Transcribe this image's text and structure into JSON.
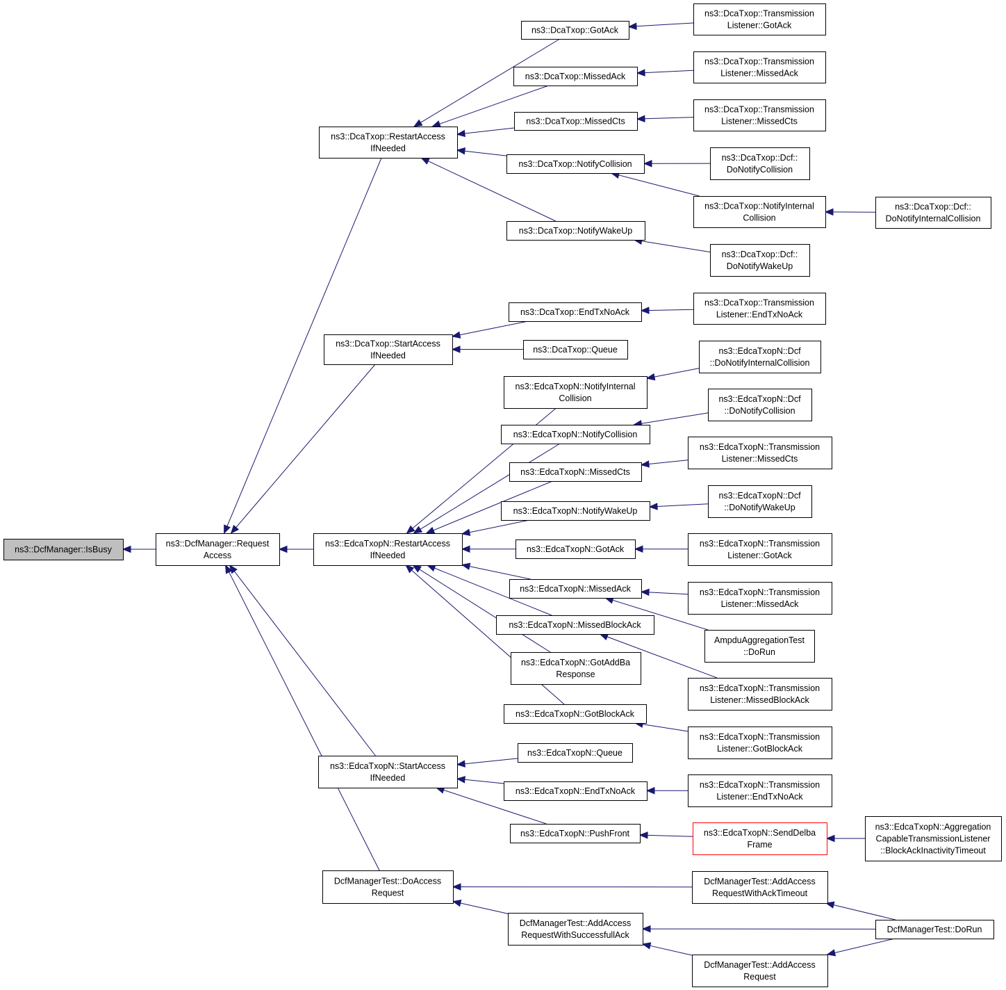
{
  "colors": {
    "edge": "#191970",
    "root_fill": "#bfbfbf",
    "highlight_border": "#ff0000"
  },
  "nodes": [
    {
      "id": "isbusy",
      "lines": [
        "ns3::DcfManager::IsBusy"
      ],
      "style": "root"
    },
    {
      "id": "reqaccess",
      "lines": [
        "ns3::DcfManager::Request",
        "Access"
      ]
    },
    {
      "id": "dca_restart",
      "lines": [
        "ns3::DcaTxop::RestartAccess",
        "IfNeeded"
      ]
    },
    {
      "id": "dca_start",
      "lines": [
        "ns3::DcaTxop::StartAccess",
        "IfNeeded"
      ]
    },
    {
      "id": "edca_restart",
      "lines": [
        "ns3::EdcaTxopN::RestartAccess",
        "IfNeeded"
      ]
    },
    {
      "id": "edca_start",
      "lines": [
        "ns3::EdcaTxopN::StartAccess",
        "IfNeeded"
      ]
    },
    {
      "id": "dcftest_doaccess",
      "lines": [
        "DcfManagerTest::DoAccess",
        "Request"
      ]
    },
    {
      "id": "dca_gotack",
      "lines": [
        "ns3::DcaTxop::GotAck"
      ]
    },
    {
      "id": "dca_missedack",
      "lines": [
        "ns3::DcaTxop::MissedAck"
      ]
    },
    {
      "id": "dca_missedcts",
      "lines": [
        "ns3::DcaTxop::MissedCts"
      ]
    },
    {
      "id": "dca_notifycoll",
      "lines": [
        "ns3::DcaTxop::NotifyCollision"
      ]
    },
    {
      "id": "dca_notifywake",
      "lines": [
        "ns3::DcaTxop::NotifyWakeUp"
      ]
    },
    {
      "id": "dca_endtx",
      "lines": [
        "ns3::DcaTxop::EndTxNoAck"
      ]
    },
    {
      "id": "dca_queue",
      "lines": [
        "ns3::DcaTxop::Queue"
      ]
    },
    {
      "id": "edca_notifyint",
      "lines": [
        "ns3::EdcaTxopN::NotifyInternal",
        "Collision"
      ]
    },
    {
      "id": "edca_notifycoll",
      "lines": [
        "ns3::EdcaTxopN::NotifyCollision"
      ]
    },
    {
      "id": "edca_missedcts",
      "lines": [
        "ns3::EdcaTxopN::MissedCts"
      ]
    },
    {
      "id": "edca_notifywake",
      "lines": [
        "ns3::EdcaTxopN::NotifyWakeUp"
      ]
    },
    {
      "id": "edca_gotack",
      "lines": [
        "ns3::EdcaTxopN::GotAck"
      ]
    },
    {
      "id": "edca_missedack",
      "lines": [
        "ns3::EdcaTxopN::MissedAck"
      ]
    },
    {
      "id": "edca_missedblock",
      "lines": [
        "ns3::EdcaTxopN::MissedBlockAck"
      ]
    },
    {
      "id": "edca_gotaddba",
      "lines": [
        "ns3::EdcaTxopN::GotAddBa",
        "Response"
      ]
    },
    {
      "id": "edca_gotblock",
      "lines": [
        "ns3::EdcaTxopN::GotBlockAck"
      ]
    },
    {
      "id": "edca_queue",
      "lines": [
        "ns3::EdcaTxopN::Queue"
      ]
    },
    {
      "id": "edca_endtx",
      "lines": [
        "ns3::EdcaTxopN::EndTxNoAck"
      ]
    },
    {
      "id": "edca_pushfront",
      "lines": [
        "ns3::EdcaTxopN::PushFront"
      ]
    },
    {
      "id": "dcftest_addaccess_succ",
      "lines": [
        "DcfManagerTest::AddAccess",
        "RequestWithSuccessfullAck"
      ]
    },
    {
      "id": "tl_gotack",
      "lines": [
        "ns3::DcaTxop::Transmission",
        "Listener::GotAck"
      ]
    },
    {
      "id": "tl_missedack",
      "lines": [
        "ns3::DcaTxop::Transmission",
        "Listener::MissedAck"
      ]
    },
    {
      "id": "tl_missedcts",
      "lines": [
        "ns3::DcaTxop::Transmission",
        "Listener::MissedCts"
      ]
    },
    {
      "id": "dcf_donotifycoll",
      "lines": [
        "ns3::DcaTxop::Dcf::",
        "DoNotifyCollision"
      ]
    },
    {
      "id": "dca_notifyint",
      "lines": [
        "ns3::DcaTxop::NotifyInternal",
        "Collision"
      ]
    },
    {
      "id": "dcf_donotifywake",
      "lines": [
        "ns3::DcaTxop::Dcf::",
        "DoNotifyWakeUp"
      ]
    },
    {
      "id": "tl_endtx",
      "lines": [
        "ns3::DcaTxop::Transmission",
        "Listener::EndTxNoAck"
      ]
    },
    {
      "id": "edcf_donotifyint",
      "lines": [
        "ns3::EdcaTxopN::Dcf",
        "::DoNotifyInternalCollision"
      ]
    },
    {
      "id": "edcf_donotifycoll",
      "lines": [
        "ns3::EdcaTxopN::Dcf",
        "::DoNotifyCollision"
      ]
    },
    {
      "id": "etl_missedcts",
      "lines": [
        "ns3::EdcaTxopN::Transmission",
        "Listener::MissedCts"
      ]
    },
    {
      "id": "edcf_donotifywake",
      "lines": [
        "ns3::EdcaTxopN::Dcf",
        "::DoNotifyWakeUp"
      ]
    },
    {
      "id": "etl_gotack",
      "lines": [
        "ns3::EdcaTxopN::Transmission",
        "Listener::GotAck"
      ]
    },
    {
      "id": "etl_missedack",
      "lines": [
        "ns3::EdcaTxopN::Transmission",
        "Listener::MissedAck"
      ]
    },
    {
      "id": "ampdu_dorun",
      "lines": [
        "AmpduAggregationTest",
        "::DoRun"
      ]
    },
    {
      "id": "etl_missedblock",
      "lines": [
        "ns3::EdcaTxopN::Transmission",
        "Listener::MissedBlockAck"
      ]
    },
    {
      "id": "etl_gotblock",
      "lines": [
        "ns3::EdcaTxopN::Transmission",
        "Listener::GotBlockAck"
      ]
    },
    {
      "id": "etl_endtx",
      "lines": [
        "ns3::EdcaTxopN::Transmission",
        "Listener::EndTxNoAck"
      ]
    },
    {
      "id": "edca_senddelba",
      "lines": [
        "ns3::EdcaTxopN::SendDelba",
        "Frame"
      ],
      "style": "red"
    },
    {
      "id": "dcftest_addaccess_timeout",
      "lines": [
        "DcfManagerTest::AddAccess",
        "RequestWithAckTimeout"
      ]
    },
    {
      "id": "dcftest_addaccess",
      "lines": [
        "DcfManagerTest::AddAccess",
        "Request"
      ]
    },
    {
      "id": "dcf_donotifyint",
      "lines": [
        "ns3::DcaTxop::Dcf::",
        "DoNotifyInternalCollision"
      ]
    },
    {
      "id": "aggr_listener",
      "lines": [
        "ns3::EdcaTxopN::Aggregation",
        "CapableTransmissionListener",
        "::BlockAckInactivityTimeout"
      ]
    },
    {
      "id": "dcftest_dorun",
      "lines": [
        "DcfManagerTest::DoRun"
      ]
    }
  ],
  "edges": [
    [
      "reqaccess",
      "isbusy"
    ],
    [
      "dca_restart",
      "reqaccess"
    ],
    [
      "dca_start",
      "reqaccess"
    ],
    [
      "edca_restart",
      "reqaccess"
    ],
    [
      "edca_start",
      "reqaccess"
    ],
    [
      "dcftest_doaccess",
      "reqaccess"
    ],
    [
      "dca_gotack",
      "dca_restart"
    ],
    [
      "dca_missedack",
      "dca_restart"
    ],
    [
      "dca_missedcts",
      "dca_restart"
    ],
    [
      "dca_notifycoll",
      "dca_restart"
    ],
    [
      "dca_notifywake",
      "dca_restart"
    ],
    [
      "dca_endtx",
      "dca_start"
    ],
    [
      "dca_queue",
      "dca_start"
    ],
    [
      "edca_notifyint",
      "edca_restart"
    ],
    [
      "edca_notifycoll",
      "edca_restart"
    ],
    [
      "edca_missedcts",
      "edca_restart"
    ],
    [
      "edca_notifywake",
      "edca_restart"
    ],
    [
      "edca_gotack",
      "edca_restart"
    ],
    [
      "edca_missedack",
      "edca_restart"
    ],
    [
      "edca_missedblock",
      "edca_restart"
    ],
    [
      "edca_gotaddba",
      "edca_restart"
    ],
    [
      "edca_gotblock",
      "edca_restart"
    ],
    [
      "edca_queue",
      "edca_start"
    ],
    [
      "edca_endtx",
      "edca_start"
    ],
    [
      "edca_pushfront",
      "edca_start"
    ],
    [
      "dcftest_addaccess_succ",
      "dcftest_doaccess"
    ],
    [
      "dcftest_addaccess_timeout",
      "dcftest_doaccess"
    ],
    [
      "tl_gotack",
      "dca_gotack"
    ],
    [
      "tl_missedack",
      "dca_missedack"
    ],
    [
      "tl_missedcts",
      "dca_missedcts"
    ],
    [
      "dcf_donotifycoll",
      "dca_notifycoll"
    ],
    [
      "dca_notifyint",
      "dca_notifycoll"
    ],
    [
      "dcf_donotifywake",
      "dca_notifywake"
    ],
    [
      "tl_endtx",
      "dca_endtx"
    ],
    [
      "edcf_donotifyint",
      "edca_notifyint"
    ],
    [
      "edcf_donotifycoll",
      "edca_notifycoll"
    ],
    [
      "etl_missedcts",
      "edca_missedcts"
    ],
    [
      "edcf_donotifywake",
      "edca_notifywake"
    ],
    [
      "etl_gotack",
      "edca_gotack"
    ],
    [
      "etl_missedack",
      "edca_missedack"
    ],
    [
      "ampdu_dorun",
      "edca_missedack"
    ],
    [
      "etl_missedblock",
      "edca_missedblock"
    ],
    [
      "etl_gotblock",
      "edca_gotblock"
    ],
    [
      "etl_endtx",
      "edca_endtx"
    ],
    [
      "edca_senddelba",
      "edca_pushfront"
    ],
    [
      "dcf_donotifyint",
      "dca_notifyint"
    ],
    [
      "aggr_listener",
      "edca_senddelba"
    ],
    [
      "dcftest_dorun",
      "dcftest_addaccess_timeout"
    ],
    [
      "dcftest_dorun",
      "dcftest_addaccess_succ"
    ],
    [
      "dcftest_dorun",
      "dcftest_addaccess"
    ],
    [
      "dcftest_addaccess",
      "dcftest_addaccess_succ"
    ]
  ]
}
